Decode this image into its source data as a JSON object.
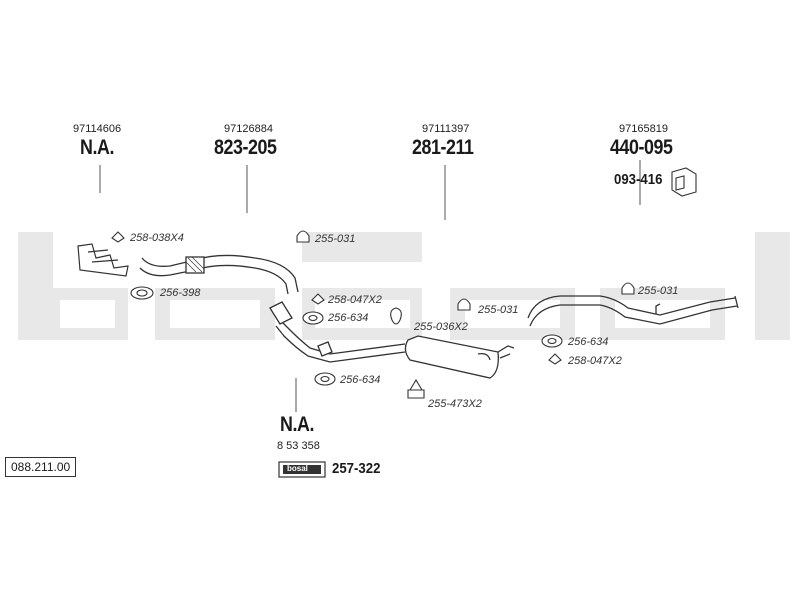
{
  "diagram_id": "088.211.00",
  "watermark_text": "bosal",
  "groups": [
    {
      "ref": "97114606",
      "part_no": "N.A."
    },
    {
      "ref": "97126884",
      "part_no": "823-205"
    },
    {
      "ref": "97111397",
      "part_no": "281-211"
    },
    {
      "ref": "97165819",
      "part_no": "440-095",
      "sub_part_no": "093-416"
    }
  ],
  "parts": {
    "p1": "258-038X4",
    "p2": "256-398",
    "p3": "255-031",
    "p4": "258-047X2",
    "p5": "256-634",
    "p6": "256-634",
    "p7": "255-031",
    "p8": "255-036X2",
    "p9": "255-473X2",
    "p10": "255-031",
    "p11": "256-634",
    "p12": "258-047X2"
  },
  "bottom_group": {
    "part_no": "N.A.",
    "ref": "8 53 358"
  },
  "kit": {
    "logo": "bosal",
    "part_no": "257-322"
  },
  "colors": {
    "line": "#333333",
    "watermark": "#e6e6e6",
    "fill": "#ffffff"
  }
}
